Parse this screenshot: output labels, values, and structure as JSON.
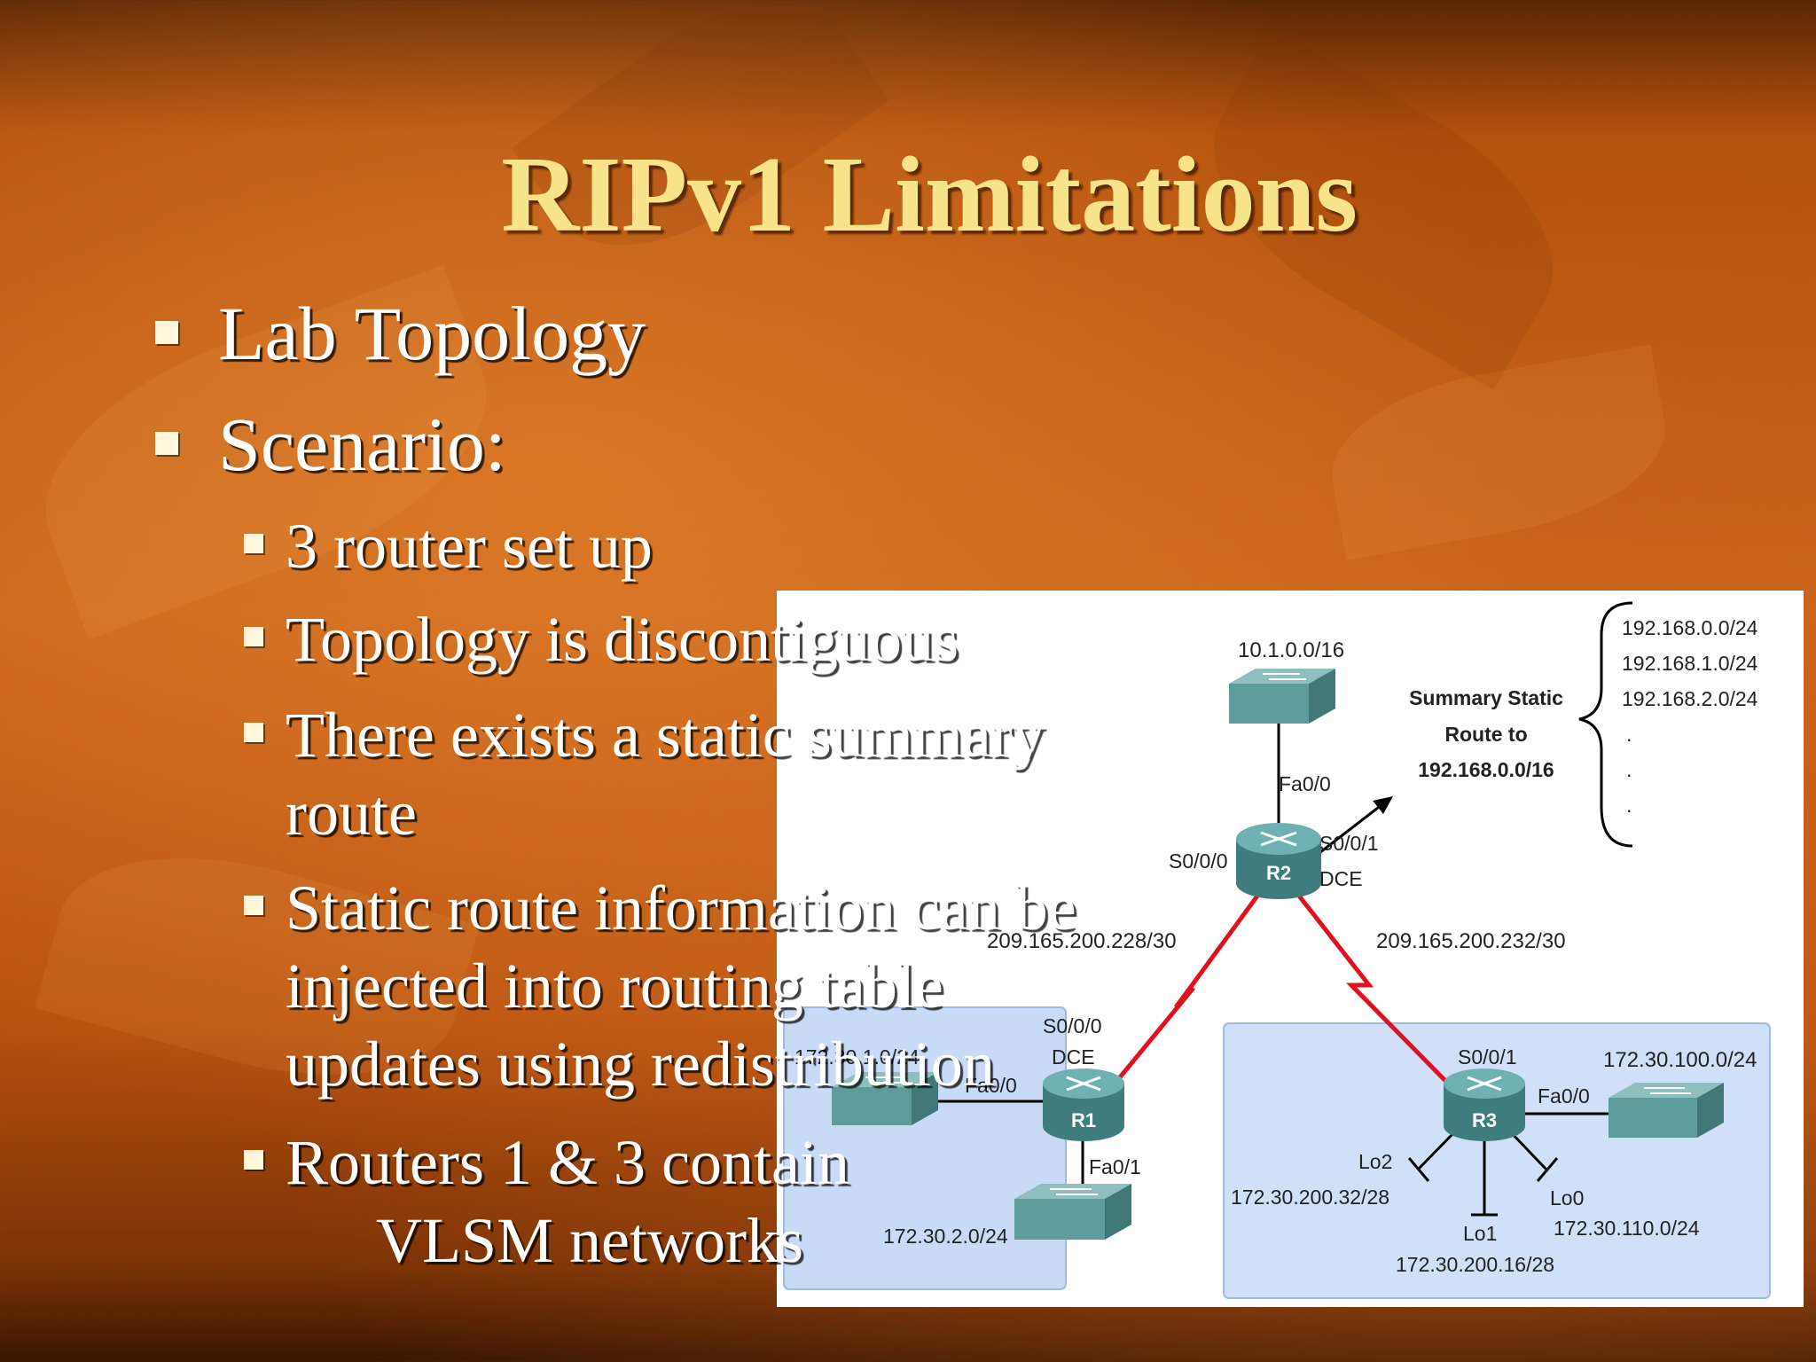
{
  "slide": {
    "title": "RIPv1 Limitations",
    "bullets": [
      {
        "level": 1,
        "lines": [
          "Lab Topology"
        ]
      },
      {
        "level": 1,
        "lines": [
          "Scenario:"
        ]
      },
      {
        "level": 2,
        "lines": [
          "3 router set up"
        ]
      },
      {
        "level": 2,
        "lines": [
          "Topology is discontiguous"
        ]
      },
      {
        "level": 2,
        "lines": [
          "There exists a static summary",
          "route"
        ]
      },
      {
        "level": 2,
        "lines": [
          "Static route information can be",
          "injected into routing table",
          "updates using redistribution"
        ]
      },
      {
        "level": 2,
        "lines": [
          "Routers 1 & 3 contain",
          "VLSM networks"
        ]
      }
    ]
  },
  "diagram": {
    "routers": {
      "r1": "R1",
      "r2": "R2",
      "r3": "R3"
    },
    "networks": {
      "r2_lan": "10.1.0.0/16",
      "r1_r2_link": "209.165.200.228/30",
      "r2_r3_link": "209.165.200.232/30",
      "r1_lan_left": "172.30.1.0/24",
      "r1_lan_bottom": "172.30.2.0/24",
      "r3_lan": "172.30.100.0/24",
      "r3_lo0": "172.30.110.0/24",
      "r3_lo1": "172.30.200.16/28",
      "r3_lo2": "172.30.200.32/28"
    },
    "interfaces": {
      "r2_fa": "Fa0/0",
      "r2_s000": "S0/0/0",
      "r2_s001": "S0/0/1",
      "r2_dce": "DCE",
      "r1_s000": "S0/0/0",
      "r1_dce": "DCE",
      "r1_fa00": "Fa0/0",
      "r1_fa01": "Fa0/1",
      "r3_s001": "S0/0/1",
      "r3_fa00": "Fa0/0",
      "r3_lo0": "Lo0",
      "r3_lo1": "Lo1",
      "r3_lo2": "Lo2"
    },
    "summary": {
      "lines": [
        "Summary Static",
        "Route to",
        "192.168.0.0/16"
      ],
      "networks": [
        "192.168.0.0/24",
        "192.168.1.0/24",
        "192.168.2.0/24",
        ".",
        ".",
        "."
      ]
    },
    "colors": {
      "wan_link": "#e0101e",
      "router": "#4e9496",
      "switch": "#5d9c9b",
      "area": "#c9daf6"
    }
  }
}
